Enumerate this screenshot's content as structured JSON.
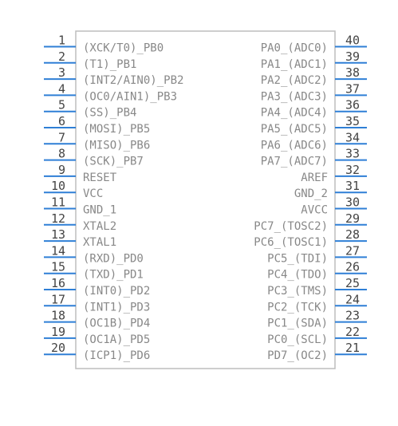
{
  "left_pins": [
    {
      "num": "1",
      "label": "(XCK/T0)_PB0"
    },
    {
      "num": "2",
      "label": "(T1)_PB1"
    },
    {
      "num": "3",
      "label": "(INT2/AIN0)_PB2"
    },
    {
      "num": "4",
      "label": "(OC0/AIN1)_PB3"
    },
    {
      "num": "5",
      "label": "(SS)_PB4"
    },
    {
      "num": "6",
      "label": "(MOSI)_PB5"
    },
    {
      "num": "7",
      "label": "(MISO)_PB6"
    },
    {
      "num": "8",
      "label": "(SCK)_PB7"
    },
    {
      "num": "9",
      "label": "RESET"
    },
    {
      "num": "10",
      "label": "VCC"
    },
    {
      "num": "11",
      "label": "GND_1"
    },
    {
      "num": "12",
      "label": "XTAL2"
    },
    {
      "num": "13",
      "label": "XTAL1"
    },
    {
      "num": "14",
      "label": "(RXD)_PD0"
    },
    {
      "num": "15",
      "label": "(TXD)_PD1"
    },
    {
      "num": "16",
      "label": "(INT0)_PD2"
    },
    {
      "num": "17",
      "label": "(INT1)_PD3"
    },
    {
      "num": "18",
      "label": "(OC1B)_PD4"
    },
    {
      "num": "19",
      "label": "(OC1A)_PD5"
    },
    {
      "num": "20",
      "label": "(ICP1)_PD6"
    }
  ],
  "right_pins": [
    {
      "num": "40",
      "label": "PA0_(ADC0)"
    },
    {
      "num": "39",
      "label": "PA1_(ADC1)"
    },
    {
      "num": "38",
      "label": "PA2_(ADC2)"
    },
    {
      "num": "37",
      "label": "PA3_(ADC3)"
    },
    {
      "num": "36",
      "label": "PA4_(ADC4)"
    },
    {
      "num": "35",
      "label": "PA5_(ADC5)"
    },
    {
      "num": "34",
      "label": "PA6_(ADC6)"
    },
    {
      "num": "33",
      "label": "PA7_(ADC7)"
    },
    {
      "num": "32",
      "label": "AREF"
    },
    {
      "num": "31",
      "label": "GND_2"
    },
    {
      "num": "30",
      "label": "AVCC"
    },
    {
      "num": "29",
      "label": "PC7_(TOSC2)"
    },
    {
      "num": "28",
      "label": "PC6_(TOSC1)"
    },
    {
      "num": "27",
      "label": "PC5_(TDI)"
    },
    {
      "num": "26",
      "label": "PC4_(TDO)"
    },
    {
      "num": "25",
      "label": "PC3_(TMS)"
    },
    {
      "num": "24",
      "label": "PC2_(TCK)"
    },
    {
      "num": "23",
      "label": "PC1_(SDA)"
    },
    {
      "num": "22",
      "label": "PC0_(SCL)"
    },
    {
      "num": "21",
      "label": "PD7_(OC2)"
    }
  ],
  "colors": {
    "pin": "#2f7fd6",
    "body_outline": "#bdbdbd",
    "label": "#888888",
    "number": "#444444"
  }
}
